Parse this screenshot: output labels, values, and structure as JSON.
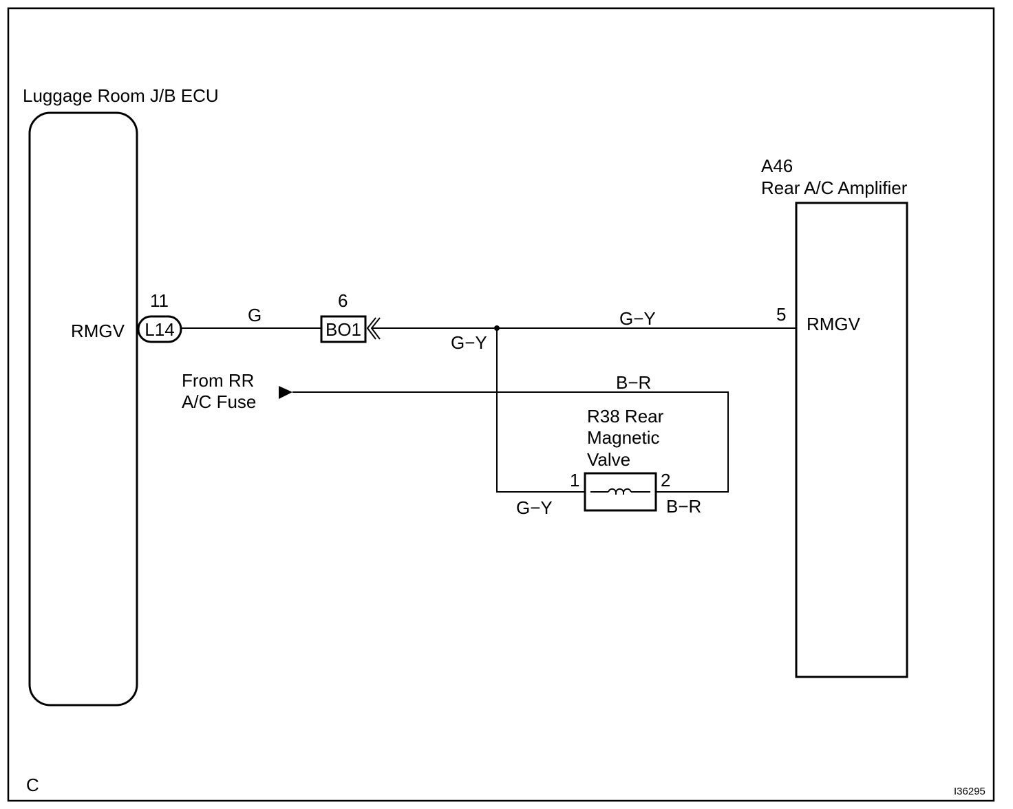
{
  "diagram": {
    "ecu": {
      "title": "Luggage Room J/B ECU",
      "terminal_name": "RMGV",
      "pin": "11",
      "connector": "L14"
    },
    "junction_connector": {
      "pin": "6",
      "code": "BO1"
    },
    "amplifier": {
      "code": "A46",
      "title": "Rear A/C Amplifier",
      "pin": "5",
      "terminal_name": "RMGV"
    },
    "valve": {
      "title_lines": [
        "R38 Rear",
        "Magnetic",
        "Valve"
      ],
      "pin1": "1",
      "pin2": "2"
    },
    "power_source": {
      "lines": [
        "From RR",
        "A/C Fuse"
      ]
    },
    "wires": {
      "ecu_to_bo1": "G",
      "bo1_to_junction": "G−Y",
      "junction_to_amp": "G−Y",
      "fuse_to_valve": "B−R",
      "valve_pin1": "G−Y",
      "valve_pin2": "B−R"
    },
    "corner_code": "C",
    "figure_id": "I36295"
  }
}
